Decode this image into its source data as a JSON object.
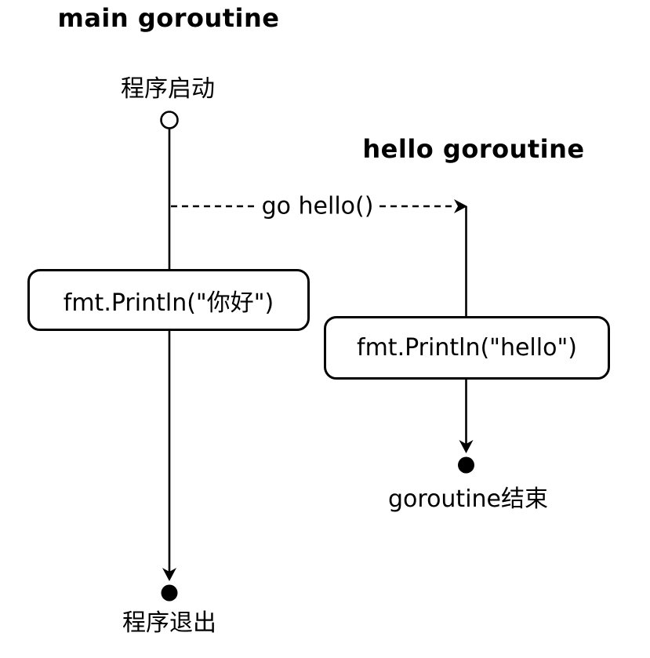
{
  "diagram": {
    "background_color": "#ffffff",
    "line_color": "#000000",
    "main_lane": {
      "title": "main goroutine",
      "start_label": "程序启动",
      "action_label": "fmt.Println(\"你好\")",
      "end_label": "程序退出"
    },
    "hello_lane": {
      "title": "hello goroutine",
      "action_label": "fmt.Println(\"hello\")",
      "end_label": "goroutine结束"
    },
    "spawn_arrow": {
      "label": "go hello()"
    }
  }
}
